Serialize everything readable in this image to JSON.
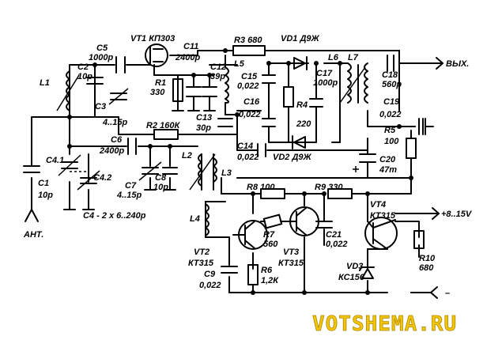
{
  "diagram": {
    "labels": {
      "vt1": "VT1 КП303",
      "c11": "C11",
      "c11_val": "2400р",
      "r3": "R3 680",
      "vd1": "VD1 Д9Ж",
      "c5": "C5",
      "c5_val": "1000р",
      "l1": "L1",
      "c2": "C2",
      "c2_val": "10р",
      "c3": "C3",
      "c3_val": "4..15р",
      "r1": "R1",
      "r1_val": "330",
      "c12": "C12",
      "c12_val": "39р",
      "l5": "L5",
      "c15": "C15",
      "c15_val": "0,022",
      "c16": "C16",
      "c16_val": "0,022",
      "r4": "R4",
      "r4_val": "220",
      "c17": "C17",
      "c17_val": "1000р",
      "l6": "L6",
      "l7": "L7",
      "c18": "C18",
      "c18_val": "560р",
      "out": "ВЫХ.",
      "c19": "C19",
      "c19_val": "0,022",
      "r2": "R2 160К",
      "c13": "C13",
      "c13_val": "30р",
      "c6": "C6",
      "c6_val": "2400р",
      "l2": "L2",
      "l3": "L3",
      "c14": "C14",
      "c14_val": "0,022",
      "vd2": "VD2 Д9Ж",
      "r5": "R5",
      "r5_val": "100",
      "c20": "C20",
      "c20_val": "47т",
      "c41": "C4.1",
      "c42": "C4.2",
      "c8": "C8",
      "c8_val": "10р",
      "c7": "C7",
      "c7_val": "4..15р",
      "c1": "C1",
      "c1_val": "10р",
      "c4_note": "C4 - 2 х 6..240р",
      "ant": "АНТ.",
      "r8": "R8 100",
      "r9": "R9 330",
      "vt4": "VT4",
      "vt4_type": "КТ315",
      "supply": "+8..15V",
      "l4": "L4",
      "r7": "R7",
      "r7_val": "560",
      "vt3": "VT3",
      "vt3_type": "КТ315",
      "c21": "C21",
      "c21_val": "0,022",
      "vt2": "VT2",
      "vt2_type": "КТ315",
      "r6": "R6",
      "r6_val": "1,2К",
      "c9": "C9",
      "c9_val": "0,022",
      "r10": "R10",
      "r10_val": "680",
      "vd3": "VD3",
      "vd3_type": "КС156",
      "minus": "–",
      "watermark": "VOTSHEMA.RU"
    }
  }
}
